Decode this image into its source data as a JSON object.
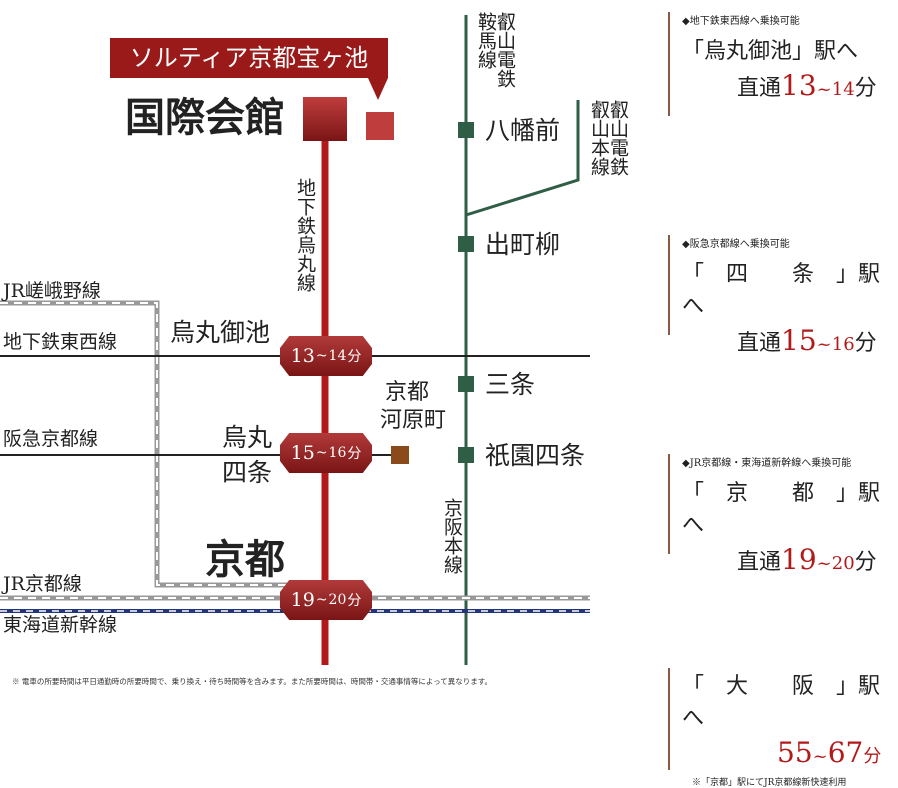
{
  "colors": {
    "subway_line": "#b21a1a",
    "keihan_line": "#2f5d46",
    "banner_bg": "#9a1a1a",
    "panel_border": "#8a5a44"
  },
  "banner": {
    "text": "ソルティア京都宝ヶ池"
  },
  "landmark": {
    "label": "国際会館"
  },
  "lines": {
    "karasuma": "地下鉄烏丸線",
    "eizan_kurama": "叡山電鉄鞍馬線",
    "eizan_main": "叡山電鉄叡山本線",
    "keihan": "京阪本線",
    "sagano": "JR嵯峨野線",
    "tozai": "地下鉄東西線",
    "hankyu": "阪急京都線",
    "jr_kyoto": "JR京都線",
    "shinkansen": "東海道新幹線"
  },
  "stations": {
    "karasuma_oike": "烏丸御池",
    "shijo_1": "烏丸",
    "shijo_2": "四条",
    "kyoto": "京都",
    "kawaramachi_1": "京都",
    "kawaramachi_2": "河原町",
    "yawatamae": "八幡前",
    "demachiyanagi": "出町柳",
    "sanjo": "三条",
    "gion_shijo": "祇園四条"
  },
  "badges": [
    {
      "main": "13",
      "sep": "~",
      "end": "14",
      "unit": "分"
    },
    {
      "main": "15",
      "sep": "~",
      "end": "16",
      "unit": "分"
    },
    {
      "main": "19",
      "sep": "~",
      "end": "20",
      "unit": "分"
    }
  ],
  "footnote": "※ 電車の所要時間は平日通勤時の所要時間で、乗り換え・待ち時間等を含みます。また所要時間は、時間帯・交通事情等によって異なります。",
  "panels": [
    {
      "note": "◆地下鉄東西線へ乗換可能",
      "station": "「烏丸御池」駅へ",
      "prefix": "直通",
      "from": "13",
      "to": "14",
      "unit": "分"
    },
    {
      "note": "◆阪急京都線へ乗換可能",
      "station": "「　四　　条　」駅へ",
      "prefix": "直通",
      "from": "15",
      "to": "16",
      "unit": "分"
    },
    {
      "note": "◆JR京都線・東海道新幹線へ乗換可能",
      "station": "「　京　　都　」駅へ",
      "prefix": "直通",
      "from": "19",
      "to": "20",
      "unit": "分"
    },
    {
      "note": "",
      "station": "「　大　　阪　」駅へ",
      "prefix": "",
      "from": "55",
      "to": "67",
      "unit": "分",
      "footnote": "※「京都」駅にてJR京都線新快速利用"
    }
  ]
}
